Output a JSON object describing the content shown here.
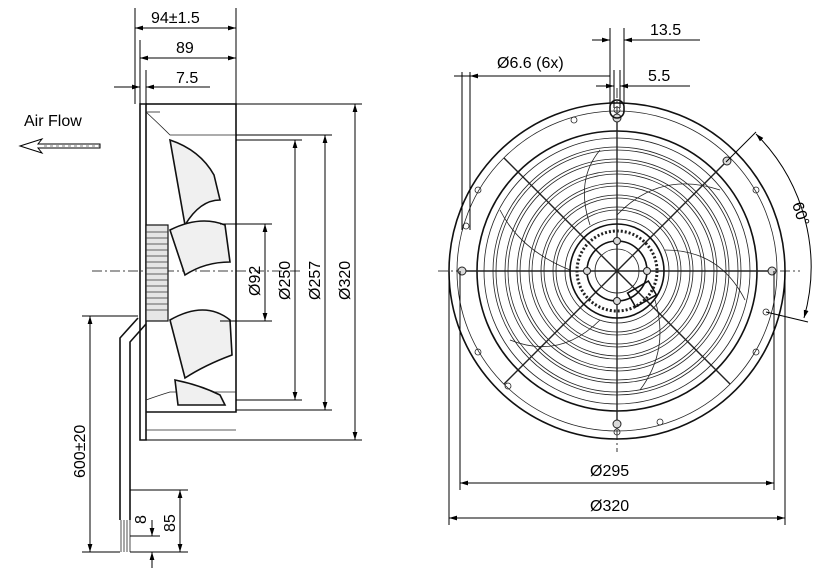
{
  "labels": {
    "air_flow": "Air Flow",
    "side_depth_total": "94±1.5",
    "side_depth_frame": "89",
    "side_flange": "7.5",
    "dia_hub": "Ø92",
    "dia_blade": "Ø250",
    "dia_frame_inner": "Ø257",
    "dia_frame_outer": "Ø320",
    "cable_length": "600±20",
    "lead_strip": "8",
    "lead_length": "85",
    "slot_width": "13.5",
    "hole_spec": "Ø6.6 (6x)",
    "slot_inner": "5.5",
    "angle": "60°",
    "bolt_circle": "Ø295",
    "front_outer": "Ø320"
  }
}
